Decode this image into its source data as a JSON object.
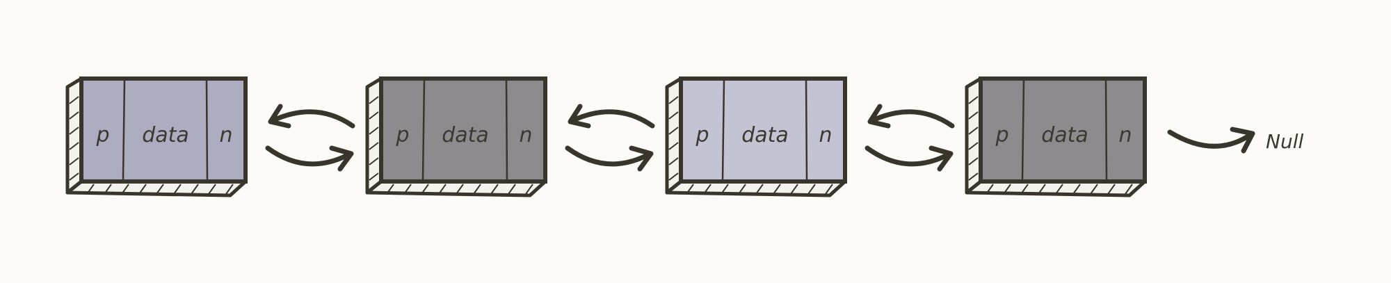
{
  "colors": {
    "background": "#fcfbf8",
    "ink": "#3a352c",
    "node_light_purple": "#adacc0",
    "node_dark_gray": "#8e8a8e",
    "node_lavender": "#c4c3d3",
    "side_face": "#f4f2ec"
  },
  "nodes": [
    {
      "prev": "p",
      "data": "data",
      "next": "n",
      "fill": "#adacc0"
    },
    {
      "prev": "p",
      "data": "data",
      "next": "n",
      "fill": "#8e8a8e"
    },
    {
      "prev": "p",
      "data": "data",
      "next": "n",
      "fill": "#c4c3d3"
    },
    {
      "prev": "p",
      "data": "data",
      "next": "n",
      "fill": "#8e8a8e"
    }
  ],
  "links": [
    {
      "icon": "bidirectional-arrows-icon"
    },
    {
      "icon": "bidirectional-arrows-icon"
    },
    {
      "icon": "bidirectional-arrows-icon"
    }
  ],
  "terminal": {
    "icon": "curved-arrow-icon",
    "label": "Null"
  }
}
